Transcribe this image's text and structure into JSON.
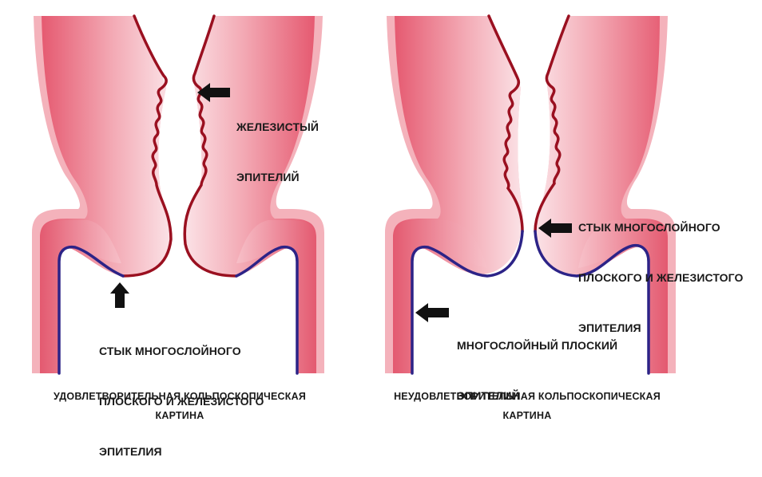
{
  "panels": [
    {
      "labels": {
        "glandular": [
          "ЖЕЛЕЗИСТЫЙ",
          "ЭПИТЕЛИЙ"
        ],
        "junction": [
          "СТЫК МНОГОСЛОЙНОГО",
          "ПЛОСКОГО И ЖЕЛЕЗИСТОГО",
          "ЭПИТЕЛИЯ"
        ]
      },
      "caption": [
        "УДОВЛЕТВОРИТЕЛЬНАЯ  КОЛЬПОСКОПИЧЕСКАЯ",
        "КАРТИНА"
      ]
    },
    {
      "labels": {
        "junction": [
          "СТЫК МНОГОСЛОЙНОГО",
          "ПЛОСКОГО И ЖЕЛЕЗИСТОГО",
          "ЭПИТЕЛИЯ"
        ],
        "squamous": [
          "МНОГОСЛОЙНЫЙ ПЛОСКИЙ",
          "ЭПИТЕЛИЙ"
        ]
      },
      "caption": [
        "НЕУДОВЛЕТВОРИТЕЛЬНАЯ  КОЛЬПОСКОПИЧЕСКАЯ",
        "КАРТИНА"
      ]
    }
  ],
  "colors": {
    "tissue_outer": "#f2a2ad",
    "tissue_deep": "#e5586f",
    "tissue_light": "#fbe1e5",
    "glandular_line": "#9a1020",
    "squamous_line": "#2c2387",
    "arrow": "#111111"
  }
}
